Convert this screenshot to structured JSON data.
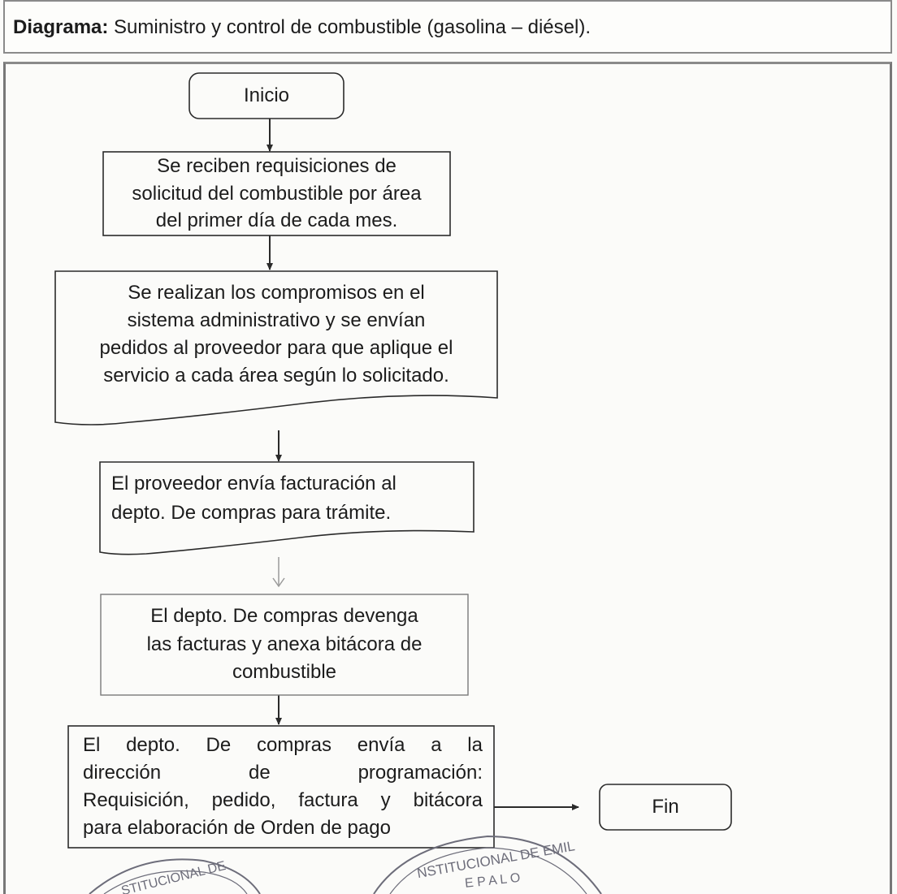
{
  "header": {
    "label": "Diagrama:",
    "title": "Suministro y control de combustible (gasolina – diésel)."
  },
  "nodes": {
    "inicio": "Inicio",
    "requisiciones": [
      "Se reciben requisiciones de",
      "solicitud del combustible por área",
      "del primer día de cada mes."
    ],
    "compromisos": [
      "Se realizan los compromisos en el",
      "sistema administrativo y se envían",
      "pedidos al proveedor para que aplique el",
      "servicio a cada área según lo solicitado."
    ],
    "facturacion": [
      "El proveedor envía facturación al",
      "depto. De compras para trámite."
    ],
    "devenga": [
      "El depto. De compras devenga",
      "las facturas y anexa bitácora de",
      "combustible"
    ],
    "envia": [
      "El depto. De compras envía a la",
      "dirección de programación:",
      "Requisición, pedido, factura y bitácora",
      "para elaboración de Orden de pago"
    ],
    "fin": "Fin"
  },
  "stamps": {
    "left": "STITUCIONAL DE",
    "right": "NSTITUCIONAL DE EMIL",
    "right_inner": "E P A L O"
  },
  "colors": {
    "line": "#2a2a2a",
    "border": "#8a8a8a",
    "stamp": "#6d6d7a"
  }
}
